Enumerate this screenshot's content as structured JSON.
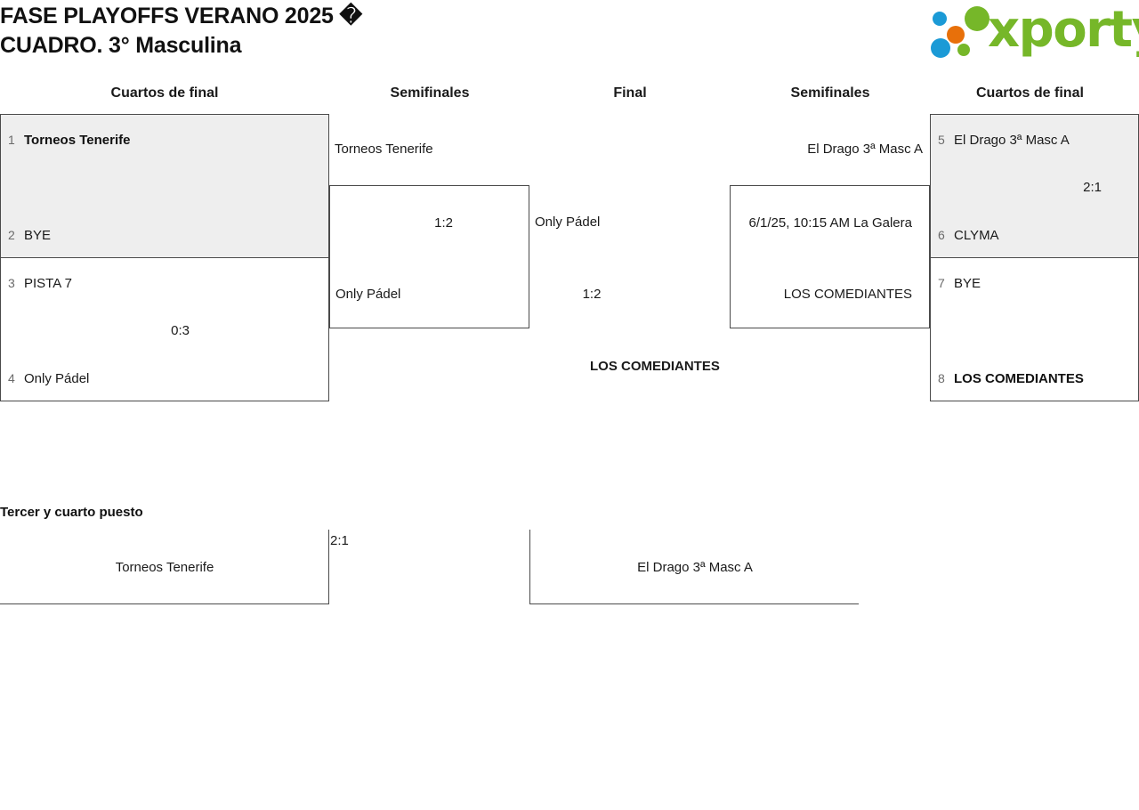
{
  "header": {
    "title": "FASE PLAYOFFS VERANO 2025 �\nCUADRO. 3° Masculina",
    "logo_word": "xporty",
    "logo_colors": {
      "green": "#76b729",
      "blue": "#1b9ad6",
      "orange": "#e8700a"
    }
  },
  "rounds": [
    {
      "id": "qf-left",
      "label": "Cuartos de final"
    },
    {
      "id": "sf-left",
      "label": "Semifinales"
    },
    {
      "id": "final",
      "label": "Final"
    },
    {
      "id": "sf-right",
      "label": "Semifinales"
    },
    {
      "id": "qf-right",
      "label": "Cuartos de final"
    }
  ],
  "bracket": {
    "quarterfinals_left": [
      {
        "shaded": true,
        "score": "",
        "players": [
          {
            "seed": "1",
            "name": "Torneos Tenerife",
            "winner": true
          },
          {
            "seed": "2",
            "name": "BYE",
            "winner": false
          }
        ]
      },
      {
        "shaded": false,
        "score": "0:3",
        "players": [
          {
            "seed": "3",
            "name": "PISTA 7",
            "winner": false
          },
          {
            "seed": "4",
            "name": "Only Pádel",
            "winner": false
          }
        ]
      }
    ],
    "semifinal_left": {
      "top_label": "Torneos Tenerife",
      "bottom_label": "Only Pádel",
      "score": "1:2"
    },
    "final": {
      "top_label": "Only Pádel",
      "score": "1:2",
      "champion_label": "LOS COMEDIANTES"
    },
    "semifinal_right": {
      "top_label": "El Drago 3ª Masc A",
      "bottom_label": "LOS COMEDIANTES",
      "schedule": "6/1/25, 10:15 AM La Galera"
    },
    "quarterfinals_right": [
      {
        "shaded": true,
        "score": "2:1",
        "players": [
          {
            "seed": "5",
            "name": "El Drago 3ª Masc A",
            "winner": false
          },
          {
            "seed": "6",
            "name": "CLYMA",
            "winner": false
          }
        ]
      },
      {
        "shaded": false,
        "score": "",
        "players": [
          {
            "seed": "7",
            "name": "BYE",
            "winner": false
          },
          {
            "seed": "8",
            "name": "LOS COMEDIANTES",
            "winner": true
          }
        ]
      }
    ],
    "third_place": {
      "title": "Tercer y cuarto puesto",
      "left_label": "Torneos Tenerife",
      "right_label": "El Drago 3ª Masc A",
      "score": "2:1"
    }
  }
}
